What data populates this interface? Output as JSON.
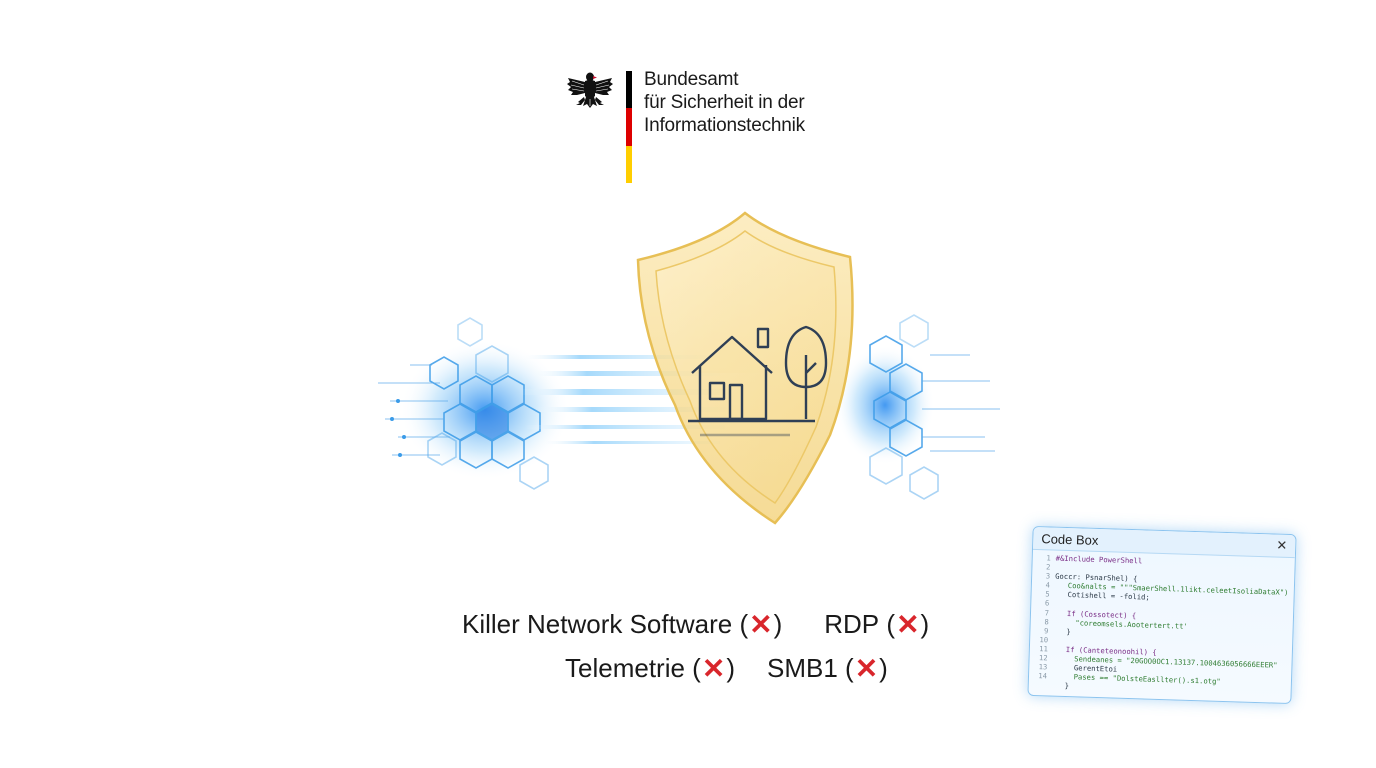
{
  "org": {
    "name_lines": [
      "Bundesamt",
      "für Sicherheit in der",
      "Informationstechnik"
    ],
    "flag_colors": [
      "#000000",
      "#dd0000",
      "#ffce00"
    ],
    "emblem": "federal-eagle-icon"
  },
  "hero": {
    "icons": [
      "shield-icon",
      "house-icon",
      "tree-icon",
      "hexagon-network-icon"
    ],
    "colors": {
      "shield": "#f6d98a",
      "network": "#3a9be8"
    }
  },
  "features": {
    "items": [
      {
        "label": "Killer Network Software",
        "status_icon": "x-mark-icon"
      },
      {
        "label": "RDP",
        "status_icon": "x-mark-icon"
      },
      {
        "label": "Telemetrie",
        "status_icon": "x-mark-icon"
      },
      {
        "label": "SMB1",
        "status_icon": "x-mark-icon"
      }
    ],
    "paren_open": "(",
    "paren_close": ")",
    "x_glyph": "✕",
    "x_color": "#d9262c"
  },
  "code_box": {
    "title": "Code Box",
    "close_glyph": "✕",
    "line_numbers": [
      "1",
      "2",
      "3",
      "4",
      "5",
      "6",
      "7",
      "8",
      "9",
      "10",
      "11",
      "12",
      "13",
      "14"
    ],
    "lines": [
      "#&Include PowerShell",
      "",
      "Goccr: PsnarShel) {",
      "   Coo&nalts = \"\"\"SmaerShell.1likt.celeetIsoliaDataX\")",
      "   Cotishell = -folid;",
      "",
      "   If (Cossotect) {",
      "     \"coreomsels.Aootertert.tt'",
      "   }",
      "",
      "   If (Canteteonoohil) {",
      "     Sendeanes = \"20GOO0OC1.13137.1004636056666EEER\"",
      "     GerentEtoi",
      "     Pases == \"DolsteEasllter().s1.otg\"",
      "   }"
    ]
  }
}
